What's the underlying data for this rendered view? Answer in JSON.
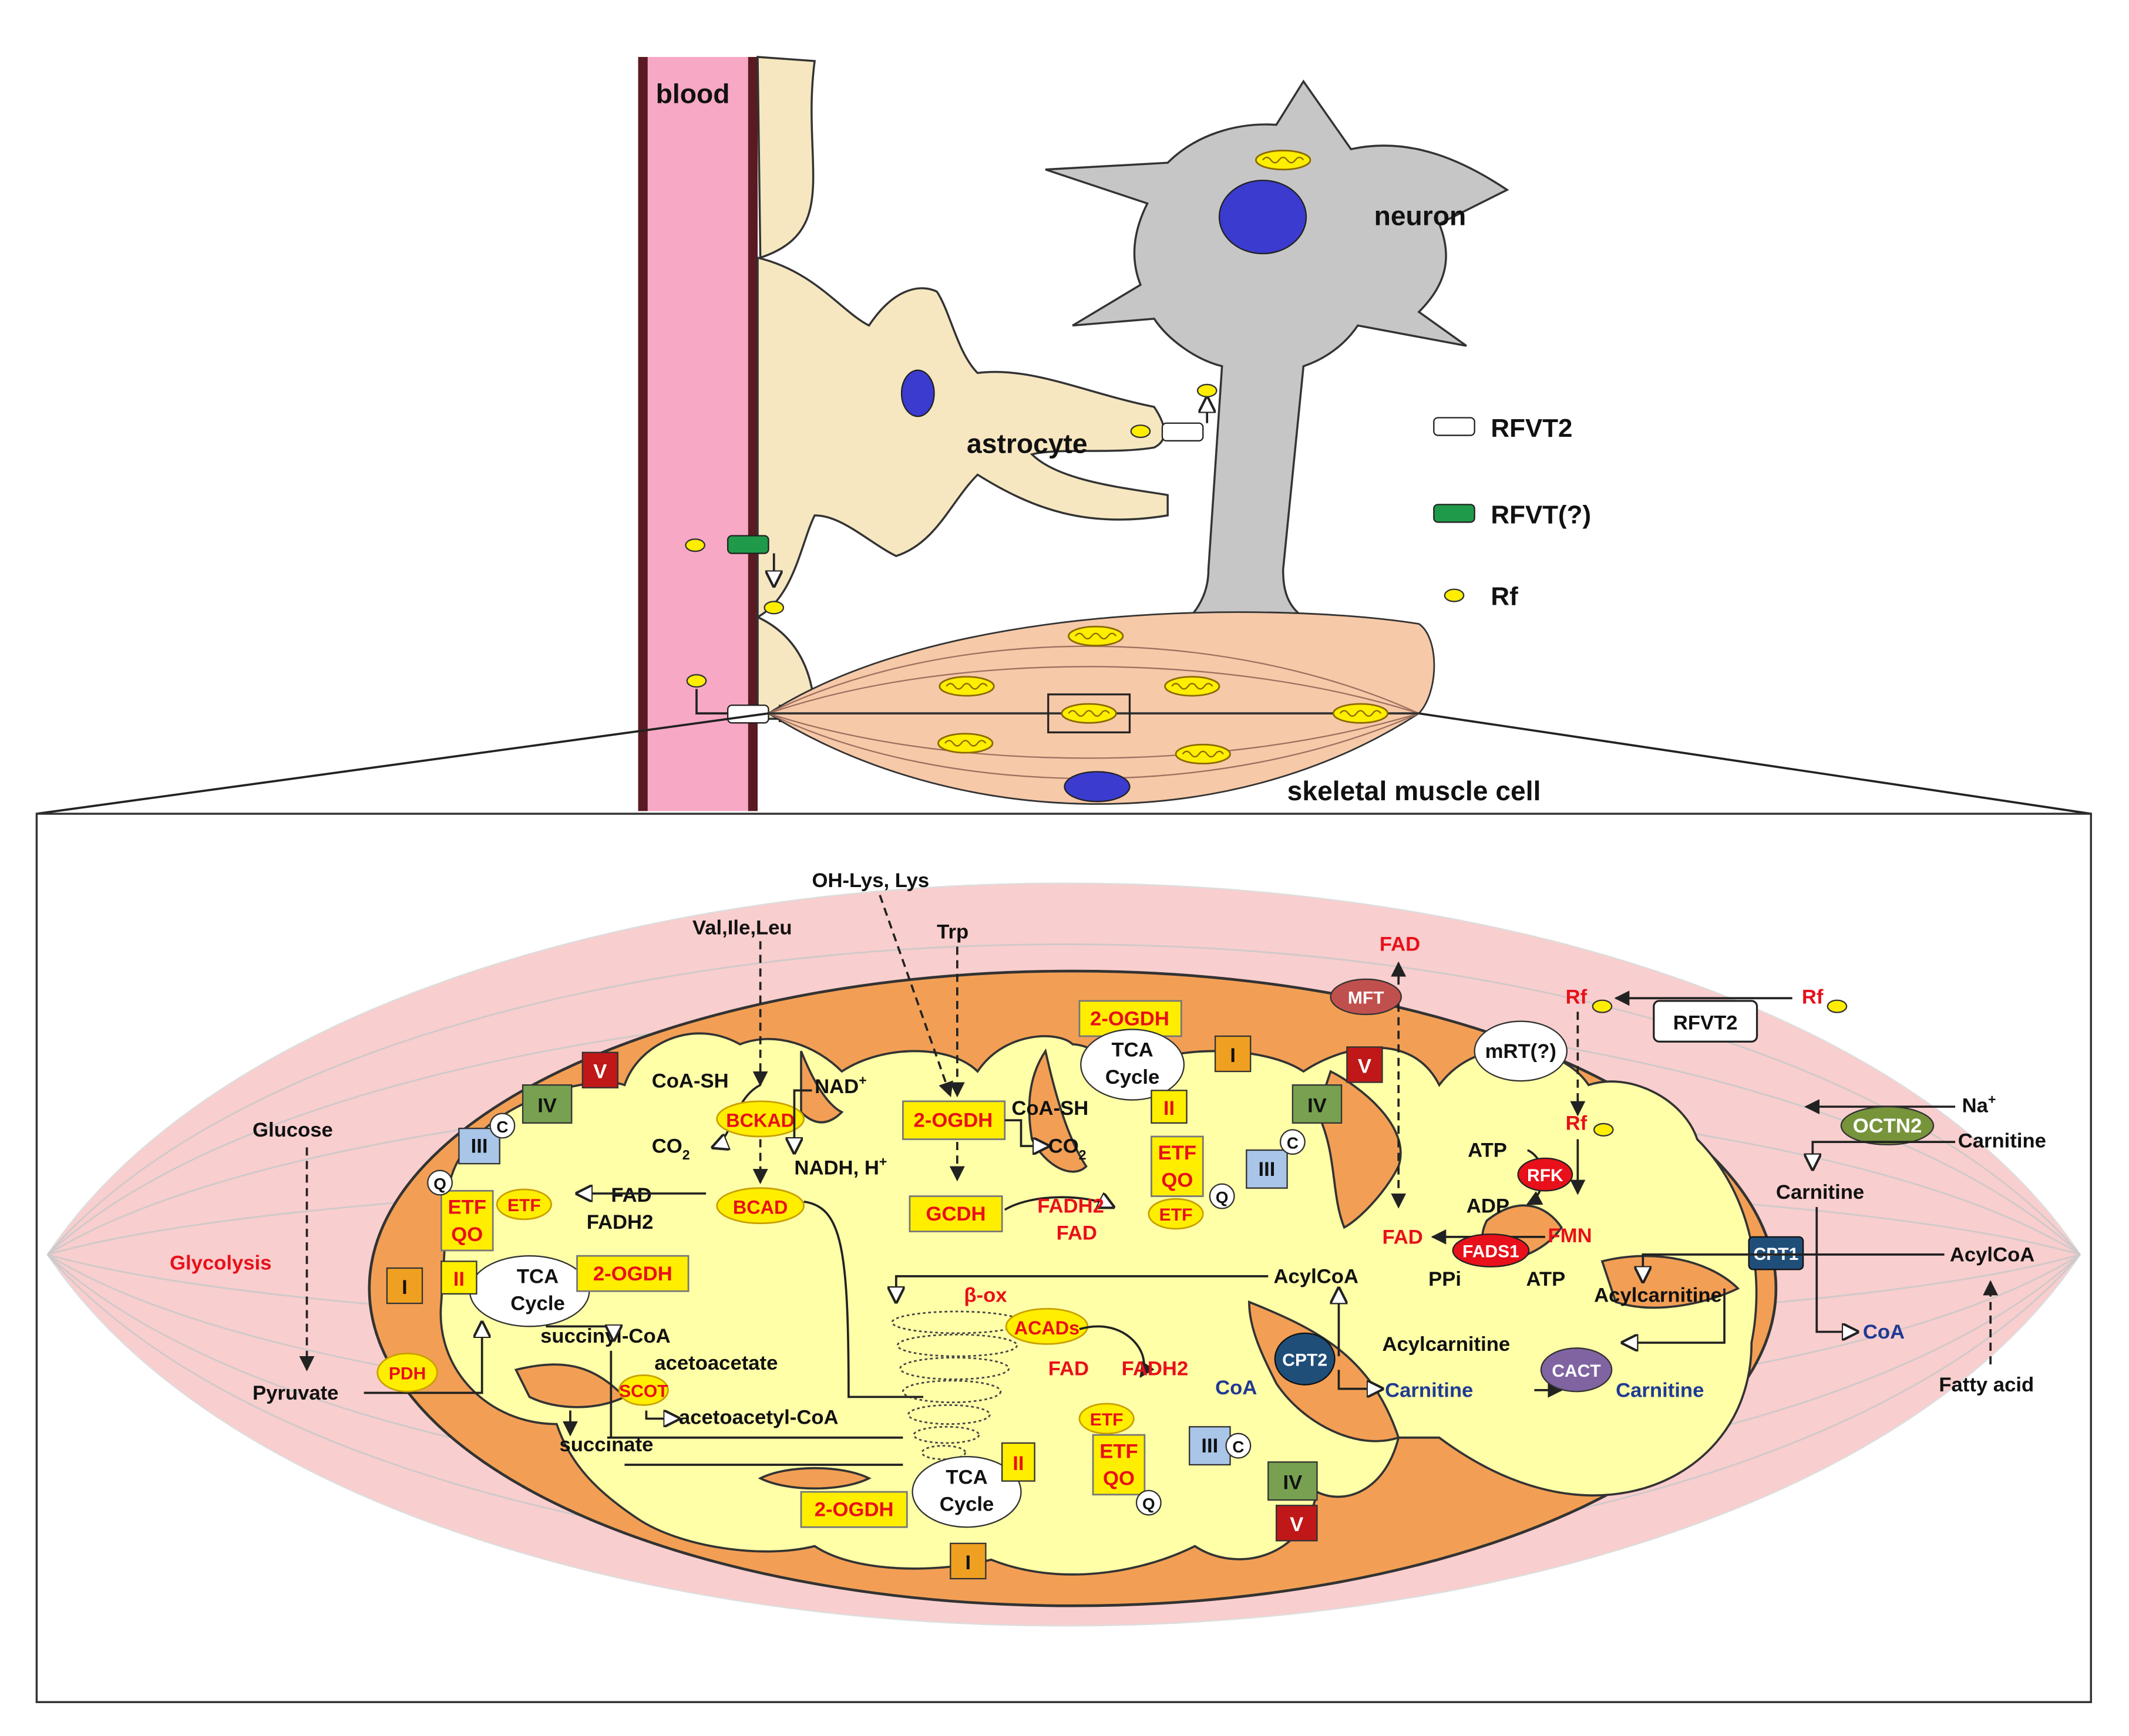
{
  "cells": {
    "blood": "blood",
    "neuron": "neuron",
    "astrocyte": "astrocyte",
    "muscle": "skeletal muscle cell"
  },
  "legend": {
    "rfvt2": "RFVT2",
    "rfvt_unknown": "RFVT(?)",
    "rf": "Rf"
  },
  "cytosol": {
    "glucose": "Glucose",
    "glycolysis": "Glycolysis",
    "pyruvate": "Pyruvate",
    "val_ile_leu": "Val,Ile,Leu",
    "oh_lys": "OH-Lys, Lys",
    "trp": "Trp",
    "fad_top": "FAD",
    "rf_out": "Rf",
    "rf_in": "Rf",
    "rfvt2_box": "RFVT2",
    "na": "Na",
    "na_sup": "+",
    "octn2": "OCTN2",
    "carnitine_out": "Carnitine",
    "carnitine_in": "Carnitine",
    "cpt1": "CPT1",
    "acylcoa_out": "AcylCoA",
    "coa_out": "CoA",
    "fatty_acid": "Fatty acid",
    "acylcarnitine_top": "Acylcarnitine"
  },
  "mito": {
    "mft": "MFT",
    "mrt": "mRT(?)",
    "rf_matrix": "Rf",
    "atp1": "ATP",
    "adp": "ADP",
    "rfk": "RFK",
    "fmn": "FMN",
    "fad_matrix": "FAD",
    "fads1": "FADS1",
    "ppi": "PPi",
    "atp2": "ATP",
    "acylcoa_in": "AcylCoA",
    "acylcarnitine_in": "Acylcarnitine",
    "cpt2": "CPT2",
    "cact": "CACT",
    "coa_in": "CoA",
    "carnitine_matrix": "Carnitine",
    "carnitine_ims": "Carnitine",
    "beta_ox": "β-ox",
    "acads": "ACADs",
    "fad_bo": "FAD",
    "fadh2_bo": "FADH2",
    "coash_1": "CoA-SH",
    "co2_1": "CO",
    "co2_1_sub": "2",
    "bckad": "BCKAD",
    "nad": "NAD",
    "nad_sup": "+",
    "nadh": "NADH, H",
    "nadh_sup": "+",
    "bcad": "BCAD",
    "coash_2": "CoA-SH",
    "co2_2": "CO",
    "co2_2_sub": "2",
    "ogdh_mid": "2-OGDH",
    "gcdh": "GCDH",
    "fadh2_gcdh": "FADH2",
    "fad_gcdh": "FAD",
    "fad_l": "FAD",
    "fadh2_l": "FADH2",
    "etf_l": "ETF",
    "etfqo_l1": "ETF",
    "etfqo_l2": "QO",
    "etf_r": "ETF",
    "etfqo_r1": "ETF",
    "etfqo_r2": "QO",
    "etf_b": "ETF",
    "etfqo_b1": "ETF",
    "etfqo_b2": "QO",
    "succinyl": "succinyl-CoA",
    "acetoacetate": "acetoacetate",
    "scot": "SCOT",
    "acetoacetyl": "acetoacetyl-CoA",
    "succinate": "succinate",
    "pdh": "PDH",
    "tca1a": "TCA",
    "tca1b": "Cycle",
    "tca2a": "TCA",
    "tca2b": "Cycle",
    "tca3a": "TCA",
    "tca3b": "Cycle",
    "ogdh_l": "2-OGDH",
    "ogdh_t": "2-OGDH",
    "ogdh_b": "2-OGDH",
    "c1_i": "I",
    "c1_ii": "II",
    "c1_iii": "III",
    "c1_iv": "IV",
    "c1_v": "V",
    "c2_i": "I",
    "c2_ii": "II",
    "c2_iii": "III",
    "c2_iv": "IV",
    "c2_v": "V",
    "c3_i": "I",
    "c3_ii": "II",
    "c3_iii": "III",
    "c3_iv": "IV",
    "c3_v": "V",
    "q1": "Q",
    "q2": "Q",
    "q3": "Q",
    "c_1": "C",
    "c_2": "C",
    "c_3": "C"
  },
  "colors": {
    "blood": "#f7a8c4",
    "glia": "#f6e7c1",
    "neuron": "#c6c6c6",
    "nucleus": "#3b3bd0",
    "muscle": "#f6c9a8",
    "cytosol": "#f9cece",
    "mito_outer": "#f29f55",
    "matrix": "#ffffa8",
    "enzyme_yellow": "#ffee00",
    "complex_orange": "#f0a020",
    "complex_green": "#77a150",
    "complex_red": "#c01818",
    "complex_blue": "#a9c5e8",
    "text_red": "#e8101a",
    "text_blue": "#1f3a93",
    "octn2": "#77943b",
    "cpt": "#1f4e79",
    "cact": "#8064a2",
    "mft": "#c0504d",
    "rfvt_green": "#1f9a4a"
  }
}
